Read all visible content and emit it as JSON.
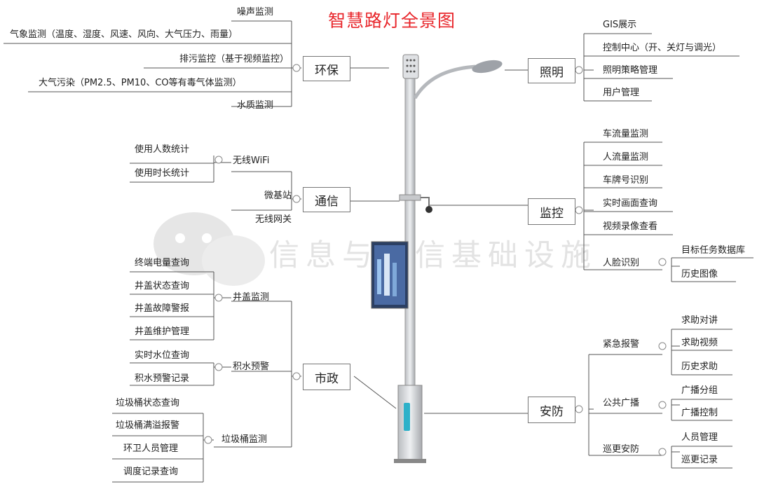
{
  "title": "智慧路灯全景图",
  "watermark": "信息与通信基础设施",
  "hubs": {
    "env": "环保",
    "comm": "通信",
    "muni": "市政",
    "light": "照明",
    "monitor": "监控",
    "security": "安防"
  },
  "env": [
    "噪声监测",
    "气象监测（温度、湿度、风速、风向、大气压力、雨量）",
    "排污监控（基于视频监控）",
    "大气污染（PM2.5、PM10、CO等有毒气体监测）",
    "水质监测"
  ],
  "comm": {
    "wifi": "无线WiFi",
    "wifi_items": [
      "使用人数统计",
      "使用时长统计"
    ],
    "base": "微基站",
    "gateway": "无线网关"
  },
  "muni": {
    "manhole": "井盖监测",
    "manhole_items": [
      "终端电量查询",
      "井盖状态查询",
      "井盖故障警报",
      "井盖维护管理"
    ],
    "water": "积水预警",
    "water_items": [
      "实时水位查询",
      "积水预警记录"
    ],
    "trash": "垃圾桶监测",
    "trash_items": [
      "垃圾桶状态查询",
      "垃圾桶满溢报警",
      "环卫人员管理",
      "调度记录查询"
    ]
  },
  "light": [
    "GIS展示",
    "控制中心（开、关灯与调光）",
    "照明策略管理",
    "用户管理"
  ],
  "monitor": {
    "items": [
      "车流量监测",
      "人流量监测",
      "车牌号识别",
      "实时画面查询",
      "视频录像查看"
    ],
    "face": "人脸识别",
    "face_items": [
      "目标任务数据库",
      "历史图像"
    ]
  },
  "security": {
    "alarm": "紧急报警",
    "alarm_items": [
      "求助对讲",
      "求助视频",
      "历史求助"
    ],
    "broadcast": "公共广播",
    "broadcast_items": [
      "广播分组",
      "广播控制"
    ],
    "patrol": "巡更安防",
    "patrol_items": [
      "人员管理",
      "巡更记录"
    ]
  }
}
